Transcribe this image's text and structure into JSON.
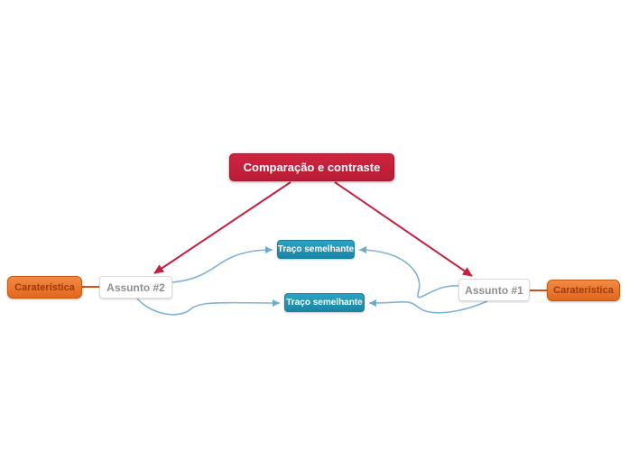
{
  "nodes": {
    "root": {
      "label": "Comparação e contraste"
    },
    "subjects": [
      {
        "label": "Assunto #2"
      },
      {
        "label": "Assunto #1"
      }
    ],
    "features": [
      {
        "label": "Caraterística"
      },
      {
        "label": "Caraterística"
      }
    ],
    "similarities": [
      {
        "label": "Traço semelhante"
      },
      {
        "label": "Traço semelhante"
      }
    ]
  },
  "colors": {
    "root_bg": "#c32038",
    "root_text": "#ffffff",
    "arrow_red": "#c51f3f",
    "subject_bg": "#ffffff",
    "subject_text": "#8f8f8f",
    "feature_bg": "#ed7d31",
    "feature_border": "#c55a11",
    "feature_text": "#9c3b0c",
    "feature_link": "#cf4f12",
    "similarity_bg": "#2196b0",
    "similarity_text": "#ffffff",
    "similarity_link": "#7fb2d4"
  }
}
